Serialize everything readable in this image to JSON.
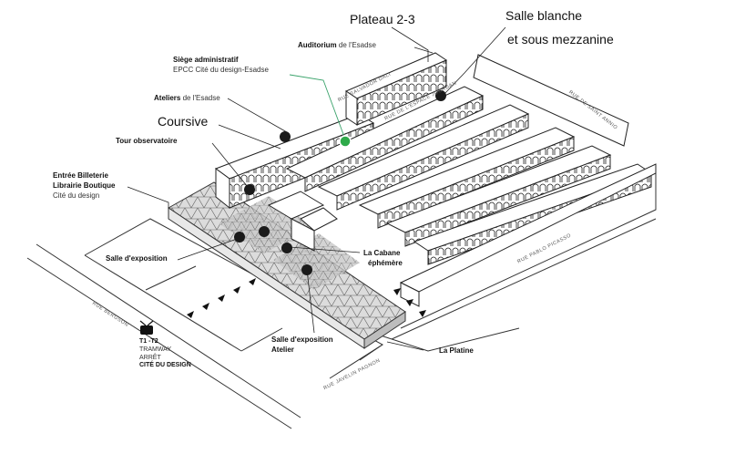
{
  "annotations": {
    "plateau": "Plateau 2-3",
    "salle_blanche_1": "Salle blanche",
    "salle_blanche_2": "et sous mezzanine",
    "coursive": "Coursive"
  },
  "labels": {
    "auditorium_bold": "Auditorium",
    "auditorium_rest": " de l'Esadse",
    "siege_bold": "Siège administratif",
    "siege_line2": "EPCC Cité du design-Esadse",
    "ateliers_bold": "Ateliers",
    "ateliers_rest": " de l'Esadse",
    "tour": "Tour observatoire",
    "entree_1": "Entrée Billeterie",
    "entree_2": "Librairie Boutique",
    "entree_3": "Cité du design",
    "salle_expo": "Salle d'exposition",
    "cabane_1": "La Cabane",
    "cabane_2": "éphémère",
    "salle_atelier_1": "Salle d'exposition",
    "salle_atelier_2": "Atelier",
    "platine": "La Platine"
  },
  "tram": {
    "line": "T1 -T2",
    "type": "TRAMWAY",
    "stop": "ARRÊT",
    "name": "CITÉ DU DESIGN"
  },
  "streets": {
    "dali": "RUE SALVADOR DALI",
    "jaures": "RUE DE L'ESPACE JOURDAN",
    "pablo": "RUE PABLO PICASSO",
    "bergson": "RUE BERGSON",
    "javelin": "RUE JAVELIN PAGNON",
    "saint_annio": "RUE DE SAINT ANNIO"
  },
  "colors": {
    "ink": "#222222",
    "marker": "#1a1a1a",
    "highlight": "#2eaa4a",
    "highlight_line": "#3aa36b"
  }
}
